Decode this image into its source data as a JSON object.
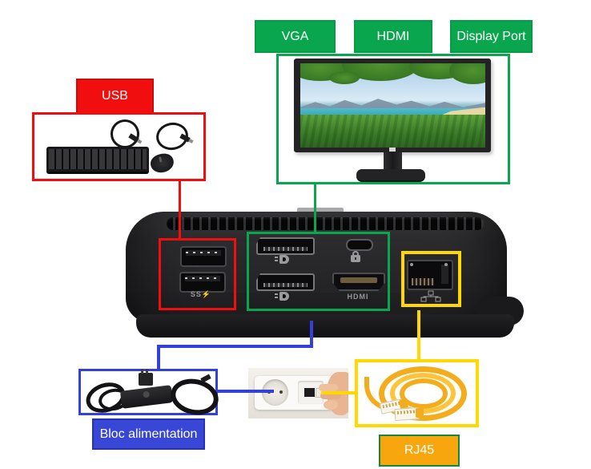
{
  "colors": {
    "green": "#0aa64e",
    "green-dark": "#089a46",
    "red": "#f10e0e",
    "blue": "#3340d9",
    "blue-fill": "#3847d6",
    "yellow": "#ffd800",
    "orange": "#f7a60d",
    "label-border-green": "#13873f"
  },
  "labels": {
    "vga": "VGA",
    "hdmi": "HDMI",
    "display_port": "Display Port",
    "usb": "USB",
    "bloc_alimentation": "Bloc alimentation",
    "rj45": "RJ45"
  },
  "dock": {
    "usb_ss_label": "SS⚡",
    "hdmi_label": "HDMI"
  }
}
